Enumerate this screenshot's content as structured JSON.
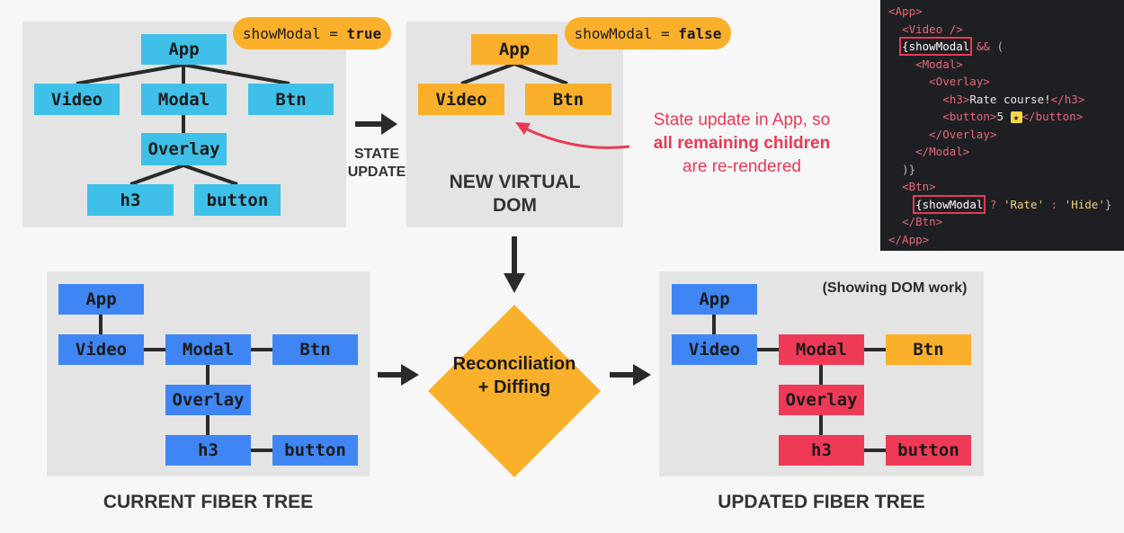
{
  "colors": {
    "light_blue": "#3fc0e8",
    "orange": "#fbb02b",
    "blue": "#3f86f4",
    "red": "#ef3a57",
    "note_red": "#e83a55"
  },
  "top_left_tree": {
    "pill": {
      "name": "showModal",
      "eq": "=",
      "value": "true"
    },
    "nodes": {
      "app": "App",
      "video": "Video",
      "modal": "Modal",
      "btn": "Btn",
      "overlay": "Overlay",
      "h3": "h3",
      "button": "button"
    }
  },
  "state_update_label": [
    "STATE",
    "UPDATE"
  ],
  "virtual_dom": {
    "pill": {
      "name": "showModal",
      "eq": "=",
      "value": "false"
    },
    "nodes": {
      "app": "App",
      "video": "Video",
      "btn": "Btn"
    },
    "caption": [
      "NEW VIRTUAL",
      "DOM"
    ]
  },
  "note": {
    "line1": "State update in App, so",
    "line2": "all remaining children",
    "line3": "are re-rendered"
  },
  "code_lines": [
    {
      "indent": "",
      "parts": [
        [
          "tag",
          "<App>"
        ]
      ]
    },
    {
      "indent": "  ",
      "parts": [
        [
          "tag",
          "<Video "
        ],
        [
          "tag",
          "/>"
        ]
      ]
    },
    {
      "indent": "  ",
      "parts": [
        [
          "box",
          "{showModal"
        ],
        [
          "op",
          " && "
        ],
        [
          "pun",
          "("
        ]
      ]
    },
    {
      "indent": "    ",
      "parts": [
        [
          "tag",
          "<Modal>"
        ]
      ]
    },
    {
      "indent": "      ",
      "parts": [
        [
          "tag",
          "<Overlay>"
        ]
      ]
    },
    {
      "indent": "        ",
      "parts": [
        [
          "tag",
          "<h3>"
        ],
        [
          "ident",
          "Rate course!"
        ],
        [
          "tag",
          "</h3>"
        ]
      ]
    },
    {
      "indent": "        ",
      "parts": [
        [
          "tag",
          "<button>"
        ],
        [
          "ident",
          "5 "
        ],
        [
          "star",
          "★"
        ],
        [
          "tag",
          "</button>"
        ]
      ]
    },
    {
      "indent": "      ",
      "parts": [
        [
          "tag",
          "</Overlay>"
        ]
      ]
    },
    {
      "indent": "    ",
      "parts": [
        [
          "tag",
          "</Modal>"
        ]
      ]
    },
    {
      "indent": "  ",
      "parts": [
        [
          "pun",
          ")}"
        ]
      ]
    },
    {
      "indent": "  ",
      "parts": [
        [
          "tag",
          "<Btn>"
        ]
      ]
    },
    {
      "indent": "    ",
      "parts": [
        [
          "box",
          "{showModal"
        ],
        [
          "op",
          " ? "
        ],
        [
          "str",
          "'Rate'"
        ],
        [
          "op",
          " : "
        ],
        [
          "str",
          "'Hide'"
        ],
        [
          "pun",
          "}"
        ]
      ]
    },
    {
      "indent": "  ",
      "parts": [
        [
          "tag",
          "</Btn>"
        ]
      ]
    },
    {
      "indent": "",
      "parts": [
        [
          "tag",
          "</App>"
        ]
      ]
    }
  ],
  "current_tree": {
    "nodes": {
      "app": "App",
      "video": "Video",
      "modal": "Modal",
      "btn": "Btn",
      "overlay": "Overlay",
      "h3": "h3",
      "button": "button"
    },
    "caption": "CURRENT FIBER TREE"
  },
  "reconciliation": {
    "line1": "Reconciliation",
    "line2": "+ Diffing"
  },
  "updated_tree": {
    "note": "(Showing DOM work)",
    "nodes": {
      "app": "App",
      "video": "Video",
      "modal": "Modal",
      "btn": "Btn",
      "overlay": "Overlay",
      "h3": "h3",
      "button": "button"
    },
    "caption": "UPDATED FIBER TREE"
  }
}
